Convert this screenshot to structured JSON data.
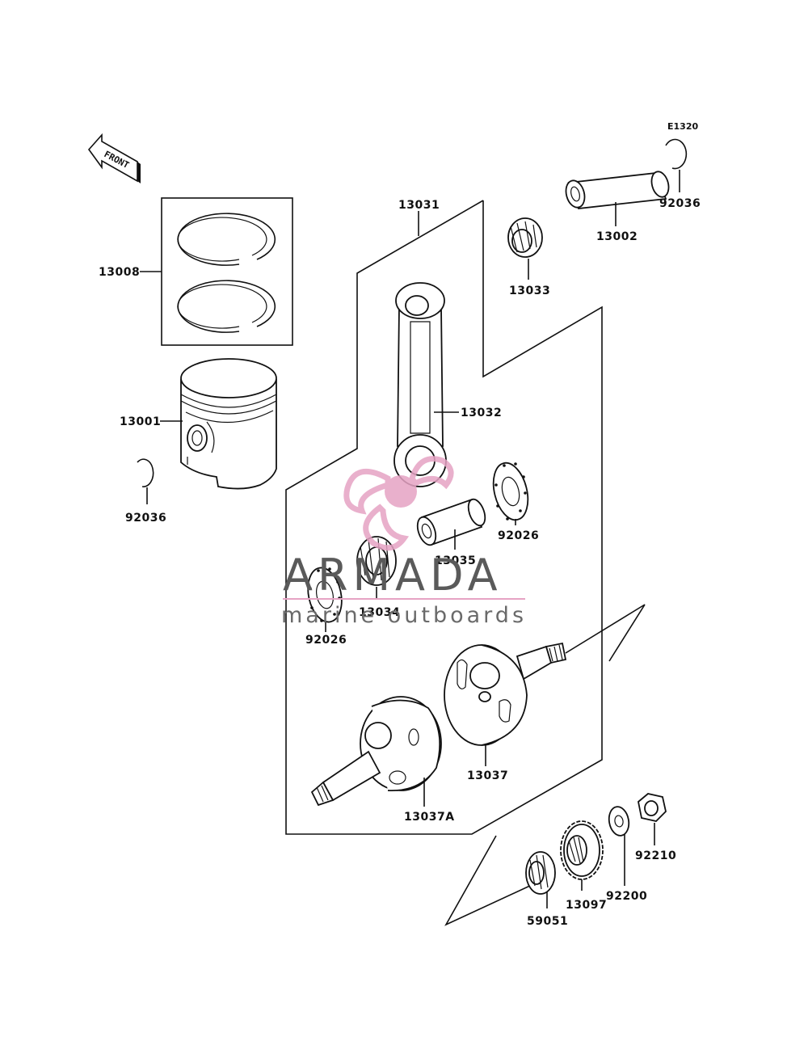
{
  "diagram": {
    "ref_code": "E1320",
    "front_label": "FRONT",
    "watermark": {
      "brand": "ARMADA",
      "tagline": "marine outboards",
      "logo_color": "#e6a3c4",
      "text_color": "#5a5a5a"
    },
    "parts": {
      "p13008": "13008",
      "p13001": "13001",
      "p92036_left": "92036",
      "p13031": "13031",
      "p13032": "13032",
      "p13033": "13033",
      "p13002": "13002",
      "p92036_right": "92036",
      "p92026_right": "92026",
      "p13035": "13035",
      "p13034": "13034",
      "p92026_left": "92026",
      "p13037": "13037",
      "p13037A": "13037A",
      "p92210": "92210",
      "p92200": "92200",
      "p13097": "13097",
      "p59051": "59051"
    }
  }
}
